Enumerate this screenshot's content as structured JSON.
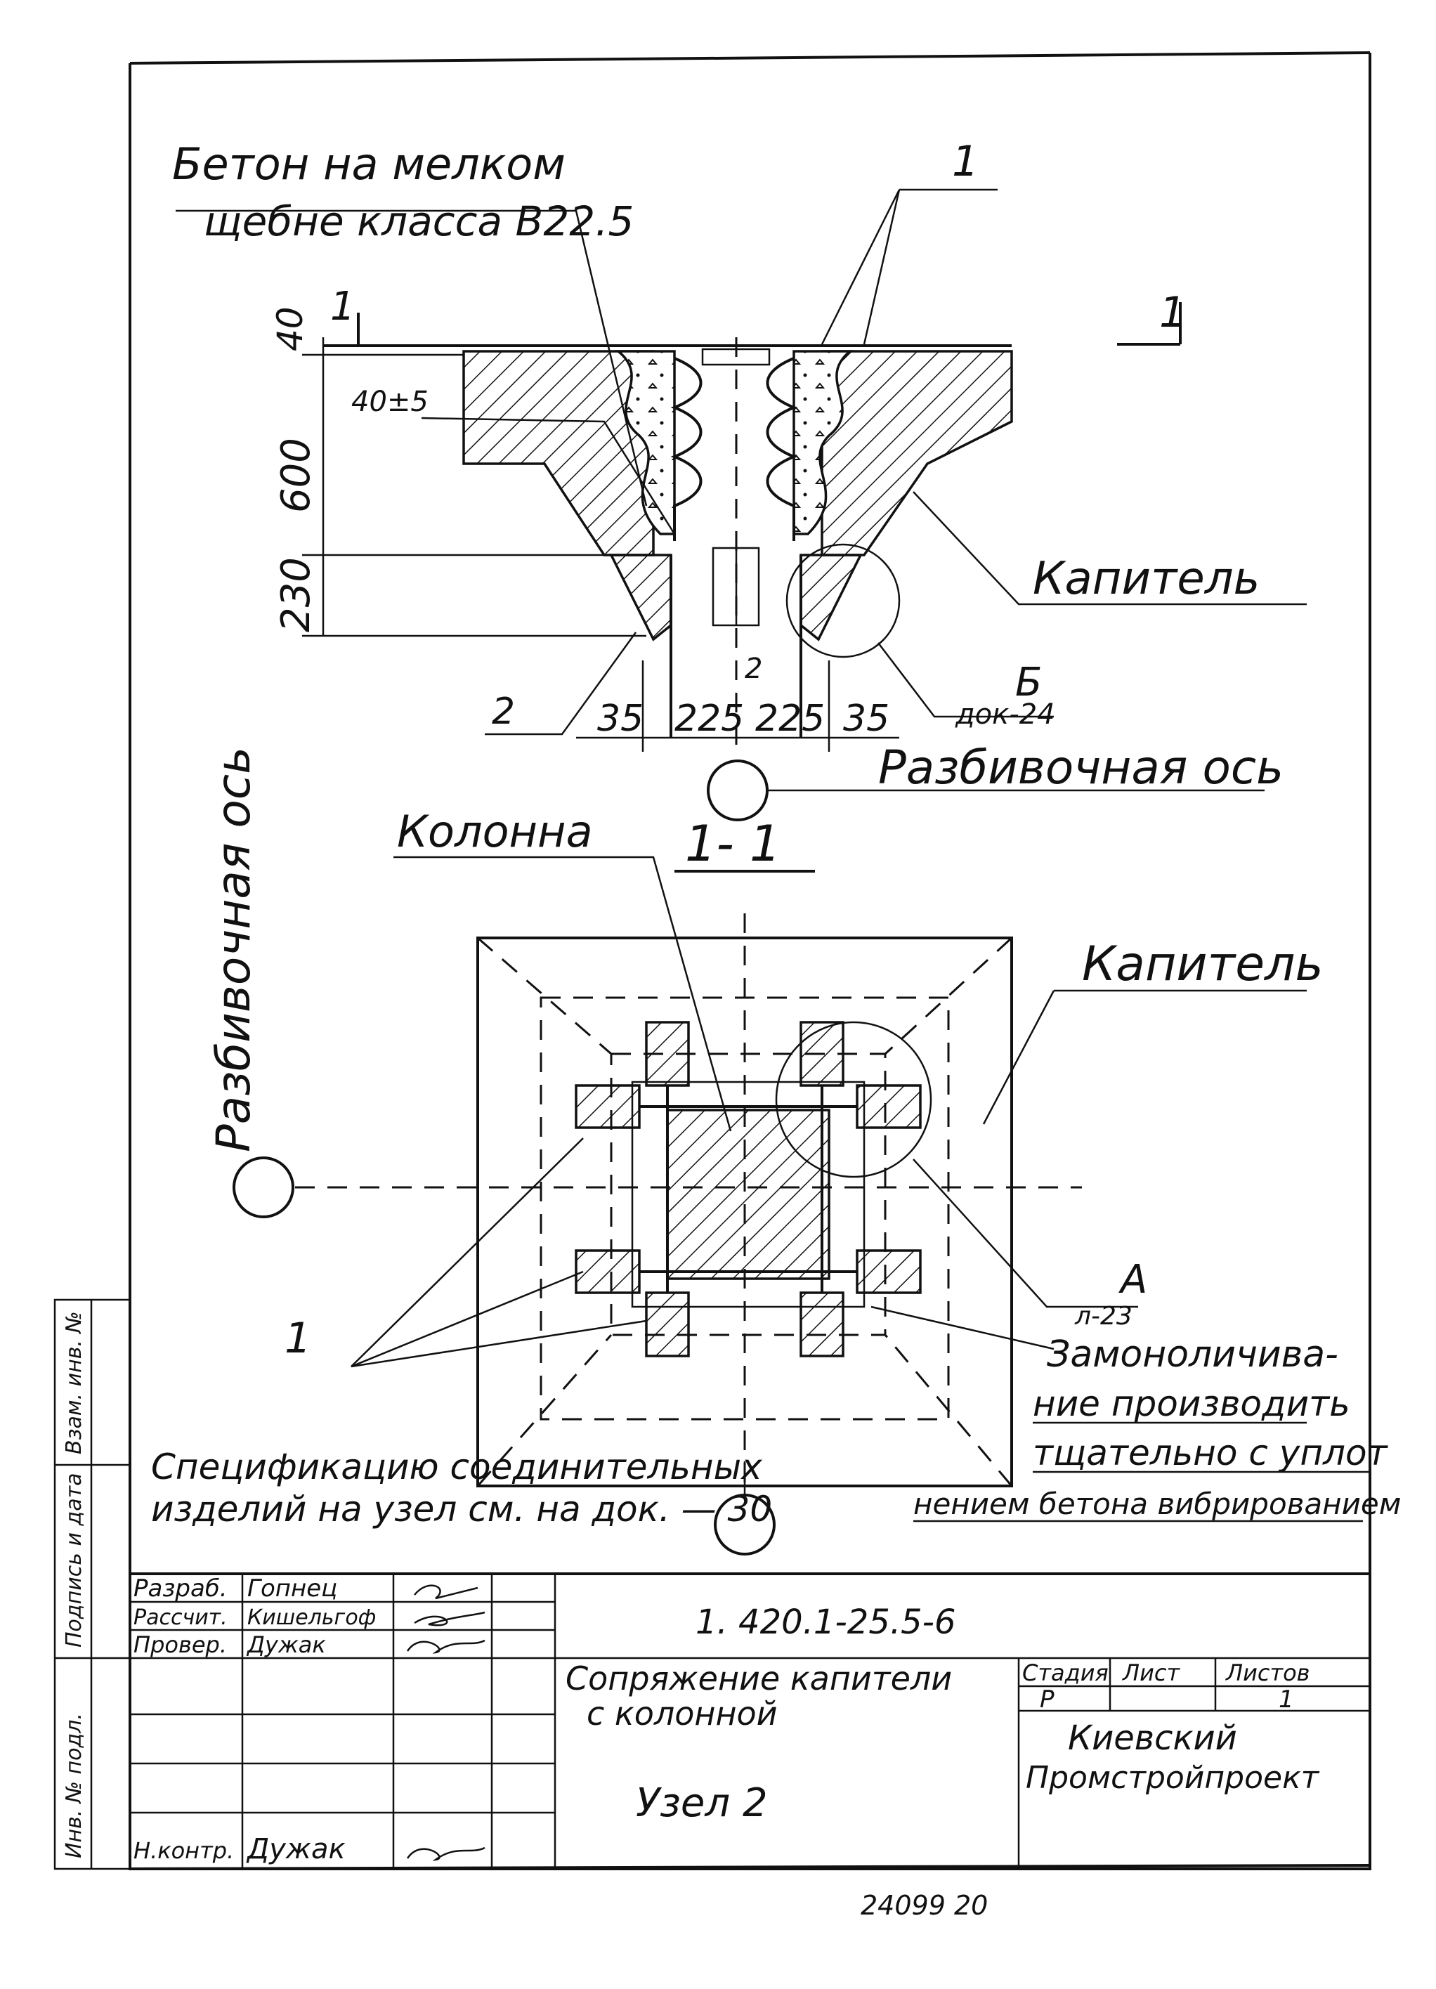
{
  "labels": {
    "concrete_note_1": "Бетон на мелком",
    "concrete_note_2": "щебне класса B22.5",
    "callout_1_top": "1",
    "section_mark_left": "1",
    "section_mark_right": "1",
    "dim_40": "40",
    "dim_40_5": "40±5",
    "dim_600": "600",
    "dim_230": "230",
    "dim_35_left": "35",
    "dim_225_left": "225",
    "dim_225_right": "225",
    "dim_35_right": "35",
    "callout_2": "2",
    "capital_elevation": "Капитель",
    "detail_b": "Б",
    "detail_b_ref": "док-24",
    "axis_horizontal": "Разбивочная ось",
    "axis_vertical": "Разбивочная ось",
    "column": "Колонна",
    "section_title": "1- 1",
    "capital_plan": "Капитель",
    "callout_1_plan": "1",
    "detail_a": "А",
    "detail_a_ref": "л-23",
    "note_grouting_1": "Замоноличива-",
    "note_grouting_2": "ние производить",
    "note_grouting_3": "тщательно с уплот",
    "note_grouting_4": "нением бетона вибрированием",
    "spec_note_1": "Спецификацию соединительных",
    "spec_note_2": "изделий на узел  см. на док. — 30",
    "axis_mark_z": "2"
  },
  "side_stamp": {
    "inv_no": "Инв. № подл.",
    "sign_date": "Подпись и дата",
    "replace_inv": "Взам. инв. №"
  },
  "title_block": {
    "doc_code": "1. 420.1-25.5-6",
    "roles": [
      {
        "role": "Разраб.",
        "name": "Гопнец"
      },
      {
        "role": "Рассчит.",
        "name": "Кишельгоф"
      },
      {
        "role": "Провер.",
        "name": "Дужак"
      },
      {
        "role": "",
        "name": ""
      },
      {
        "role": "",
        "name": ""
      },
      {
        "role": "",
        "name": ""
      },
      {
        "role": "Н.контр.",
        "name": "Дужак"
      }
    ],
    "title_1": "Сопряжение капители",
    "title_2": "с колонной",
    "subtitle": "Узел 2",
    "stage_label": "Стадия",
    "sheet_label": "Лист",
    "sheets_label": "Листов",
    "stage_value": "Р",
    "sheets_value": "1",
    "org_1": "Киевский",
    "org_2": "Промстройпроект"
  },
  "footer": {
    "archive_no": "24099  20"
  }
}
